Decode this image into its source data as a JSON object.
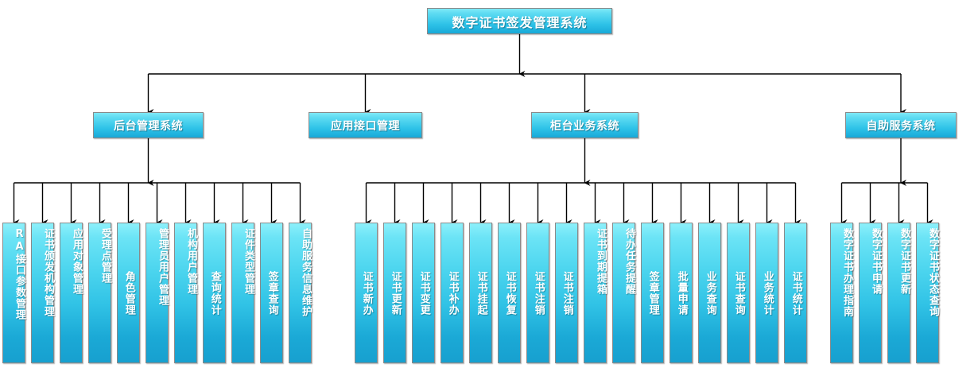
{
  "diagram": {
    "type": "organizational-tree",
    "title": "数字证书签发管理系统",
    "colors": {
      "node_top": "#7fe9f7",
      "node_bottom": "#18a9d8",
      "node_border": "#8a8a8a",
      "text": "#ffffff",
      "connector": "#000000",
      "background": "#ffffff"
    },
    "root": {
      "label": "数字证书签发管理系统"
    },
    "branches": [
      {
        "id": "backend",
        "label": "后台管理系统",
        "children": [
          "RA接口参数管理",
          "证书颁发机构管理",
          "应用对象管理",
          "受理点管理",
          "角色管理",
          "管理员用户管理",
          "机构用户管理",
          "查询统计",
          "证件类型管理",
          "签章查询",
          "自助服务信息维护"
        ]
      },
      {
        "id": "api",
        "label": "应用接口管理",
        "children": []
      },
      {
        "id": "counter",
        "label": "柜台业务系统",
        "children": [
          "证书新办",
          "证书更新",
          "证书变更",
          "证书补办",
          "证书挂起",
          "证书恢复",
          "证书注销",
          "证书注销",
          "证书到期提箱",
          "待办任务提醒",
          "签章管理",
          "批量申请",
          "业务查询",
          "证书查询",
          "业务统计",
          "证书统计"
        ]
      },
      {
        "id": "selfservice",
        "label": "自助服务系统",
        "children": [
          "数字证书办理指南",
          "数字证书申请",
          "数字证书更新",
          "数字证书状态查询"
        ]
      }
    ]
  }
}
